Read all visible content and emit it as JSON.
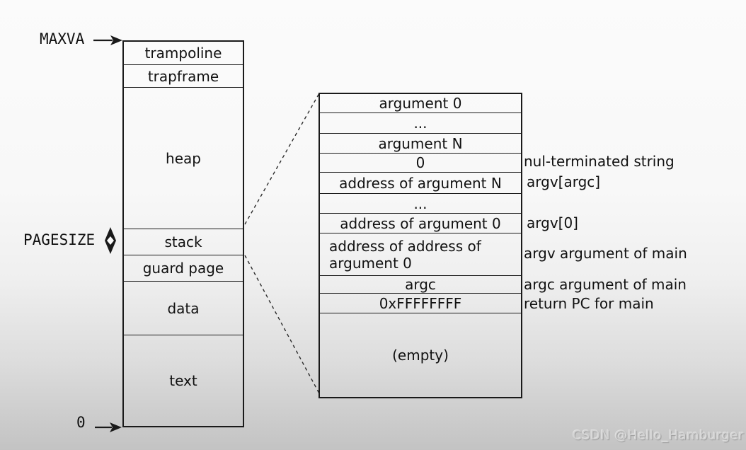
{
  "diagram": {
    "pointer_labels": {
      "maxva": "MAXVA",
      "pagesize": "PAGESIZE",
      "zero": "0"
    },
    "memory_map": {
      "sections": [
        {
          "label": "trampoline"
        },
        {
          "label": "trapframe"
        },
        {
          "label": "heap"
        },
        {
          "label": "stack"
        },
        {
          "label": "guard page"
        },
        {
          "label": "data"
        },
        {
          "label": "text"
        }
      ]
    },
    "stack_detail": {
      "rows": [
        {
          "label": "argument 0"
        },
        {
          "label": "..."
        },
        {
          "label": "argument N"
        },
        {
          "label": "0"
        },
        {
          "label": "address of argument N"
        },
        {
          "label": "..."
        },
        {
          "label": "address of argument 0"
        },
        {
          "label": "address of address of argument 0"
        },
        {
          "label": "argc"
        },
        {
          "label": "0xFFFFFFFF"
        },
        {
          "label": "(empty)"
        }
      ],
      "annotations": [
        {
          "label": "nul-terminated string"
        },
        {
          "label": "argv[argc]"
        },
        {
          "label": "argv[0]"
        },
        {
          "label": "argv argument of main"
        },
        {
          "label": "argc argument of main"
        },
        {
          "label": "return PC for main"
        }
      ]
    },
    "watermark": "CSDN @Hello_Hamburger"
  },
  "colors": {
    "line": "#1a1a1a",
    "background_top": "#fbfbfb",
    "background_bottom": "#c3c3c3",
    "watermark_text": "#d3d3d3"
  }
}
